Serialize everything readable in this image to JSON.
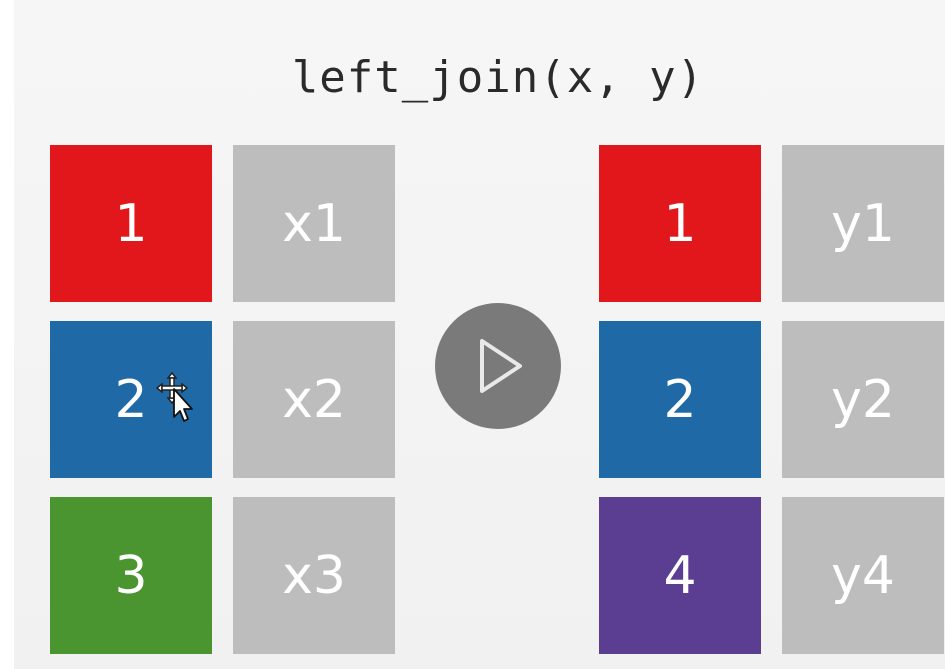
{
  "title": "left_join(x, y)",
  "colors": {
    "red": "#e1171b",
    "blue": "#1f6aa6",
    "green": "#4a952f",
    "purple": "#5b3d91",
    "gray": "#bdbdbd",
    "play_button": "#7a7a7a"
  },
  "table_x": {
    "rows": [
      {
        "key": "1",
        "value": "x1",
        "key_color": "red"
      },
      {
        "key": "2",
        "value": "x2",
        "key_color": "blue"
      },
      {
        "key": "3",
        "value": "x3",
        "key_color": "green"
      }
    ]
  },
  "table_y": {
    "rows": [
      {
        "key": "1",
        "value": "y1",
        "key_color": "red"
      },
      {
        "key": "2",
        "value": "y2",
        "key_color": "blue"
      },
      {
        "key": "4",
        "value": "y4",
        "key_color": "purple"
      }
    ]
  },
  "play_button": {
    "icon": "play-icon"
  },
  "cursor": {
    "icon": "move-cursor-icon"
  }
}
